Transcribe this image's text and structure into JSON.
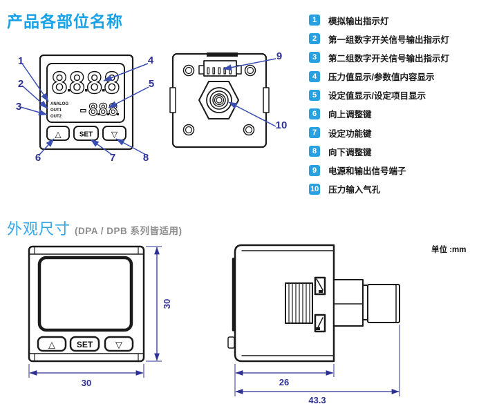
{
  "section1": {
    "title": "产品各部位名称",
    "legend": [
      {
        "num": "1",
        "label": "模拟输出指示灯"
      },
      {
        "num": "2",
        "label": "第一组数字开关信号输出指示灯"
      },
      {
        "num": "3",
        "label": "第二组数字开关信号输出指示灯"
      },
      {
        "num": "4",
        "label": "压力值显示/参数值内容显示"
      },
      {
        "num": "5",
        "label": "设定值显示/设定项目显示"
      },
      {
        "num": "6",
        "label": "向上调整键"
      },
      {
        "num": "7",
        "label": "设定功能键"
      },
      {
        "num": "8",
        "label": "向下调整键"
      },
      {
        "num": "9",
        "label": "电源和输出信号端子"
      },
      {
        "num": "10",
        "label": "压力输入气孔"
      }
    ],
    "front_view": {
      "display_main": "8888",
      "display_sub": "-888",
      "led_labels": [
        "ANALOG",
        "OUT1",
        "OUT2"
      ],
      "callouts": [
        "1",
        "2",
        "3",
        "4",
        "5",
        "6",
        "7",
        "8"
      ]
    },
    "back_view": {
      "callouts": [
        "9",
        "10"
      ]
    }
  },
  "buttons": {
    "up": "△",
    "set": "SET",
    "down": "▽"
  },
  "section2": {
    "title": "外观尺寸",
    "subtitle": "(DPA / DPB 系列皆适用)",
    "unit_label": "单位 :mm",
    "front_dims": {
      "width": "30",
      "height": "30"
    },
    "side_dims": {
      "body_depth": "26",
      "total_depth": "43.3"
    }
  },
  "colors": {
    "accent_blue": "#18a1e6",
    "badge_blue": "#29a0df",
    "navy": "#2e3192",
    "arrow_blue": "#3a4db0",
    "line_art": "#1a1a1a",
    "subtitle_gray": "#8c8c8c"
  }
}
